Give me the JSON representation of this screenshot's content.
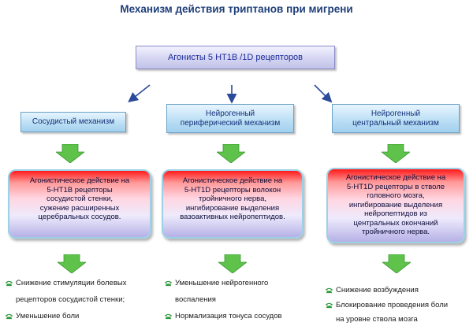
{
  "title": "Механизм действия триптанов при мигрени",
  "top_box": "Агонисты 5 НТ1В /1D рецепторов",
  "colors": {
    "title": "#1f3f7a",
    "blue_arrow": "#2a4a9a",
    "green_arrow": "#5fc24a",
    "phone_icon": "#2e9a3a"
  },
  "columns": [
    {
      "mechanism": [
        "Сосудистый механизм"
      ],
      "action": [
        "Агонистическое действие на",
        "5-HT1B  рецепторы",
        "сосудистой стенки,",
        "сужение расширенных",
        "церебральных сосудов."
      ],
      "effects": [
        "Снижение стимуляции болевых",
        "рецепторов сосудистой стенки;",
        "Уменьшение боли"
      ]
    },
    {
      "mechanism": [
        "Нейрогенный",
        "периферический механизм"
      ],
      "action": [
        "Агонистическое действие на",
        "5-HT1D  рецепторы волокон",
        "тройничного нерва,",
        "ингибирование выделения",
        "вазоактивных нейропептидов."
      ],
      "effects": [
        "Уменьшение нейрогенного",
        "воспаления",
        "Нормализация тонуса сосудов"
      ]
    },
    {
      "mechanism": [
        "Нейрогенный",
        "центральный механизм"
      ],
      "action": [
        "Агонистическое действие на",
        "5-HT1D  рецепторы в стволе",
        "головного мозга,",
        "ингибирование выделения",
        "нейропептидов из",
        "центральных окончаний",
        "тройничного нерва."
      ],
      "effects": [
        "Снижение возбуждения",
        "Блокирование проведения боли",
        "на уровне ствола мозга"
      ]
    }
  ]
}
